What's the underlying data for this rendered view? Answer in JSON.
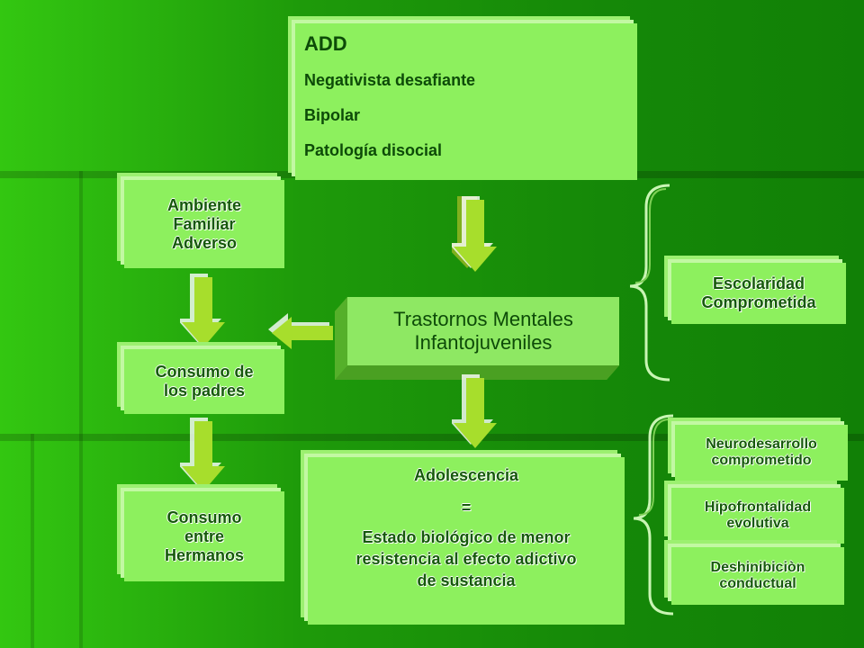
{
  "top_box": {
    "title": "ADD",
    "items": [
      "Negativista desafiante",
      "Bipolar",
      "Patología disocial"
    ]
  },
  "center": {
    "line1": "Trastornos Mentales",
    "line2": "Infantojuveniles"
  },
  "left_boxes": {
    "ambiente": [
      "Ambiente",
      "Familiar",
      "Adverso"
    ],
    "consumo_padres": [
      "Consumo de",
      "los padres"
    ],
    "consumo_hermanos": [
      "Consumo",
      "entre",
      "Hermanos"
    ]
  },
  "adolescencia": {
    "line1": "Adolescencia",
    "line2": "=",
    "line3": "Estado biológico de menor",
    "line4": "resistencia al efecto adictivo",
    "line5": "de sustancia"
  },
  "right_top": [
    "Escolaridad",
    "Comprometida"
  ],
  "right_list": [
    [
      "Neurodesarrollo",
      "comprometido"
    ],
    [
      "Hipofrontalidad",
      "evolutiva"
    ],
    [
      "Deshinibiciòn",
      "conductual"
    ]
  ],
  "colors": {
    "box": "#8df05e",
    "text": "#0d4b08",
    "arrow": "#a7de2c"
  }
}
